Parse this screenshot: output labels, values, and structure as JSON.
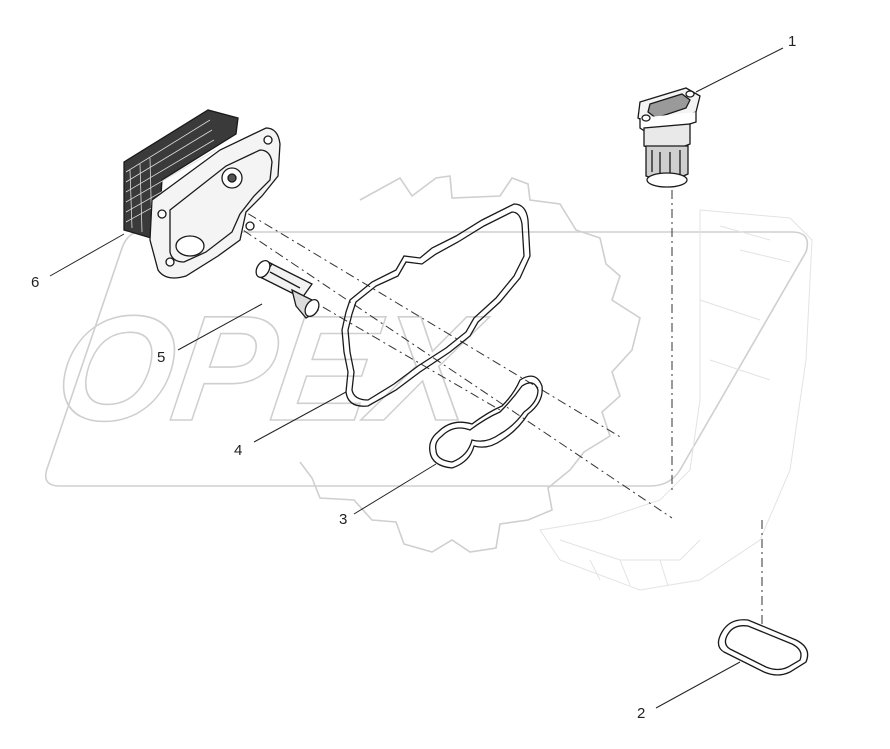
{
  "watermark": {
    "text": "OPEX"
  },
  "callouts": [
    {
      "id": "1",
      "label": "1"
    },
    {
      "id": "2",
      "label": "2"
    },
    {
      "id": "3",
      "label": "3"
    },
    {
      "id": "4",
      "label": "4"
    },
    {
      "id": "5",
      "label": "5"
    },
    {
      "id": "6",
      "label": "6"
    }
  ],
  "parts": [
    {
      "callout": "1",
      "icon": "valve-with-flange-icon"
    },
    {
      "callout": "2",
      "icon": "rectangular-seal-ring-icon"
    },
    {
      "callout": "3",
      "icon": "triple-loop-gasket-icon"
    },
    {
      "callout": "4",
      "icon": "cover-gasket-icon"
    },
    {
      "callout": "5",
      "icon": "sleeve-bushing-icon"
    },
    {
      "callout": "6",
      "icon": "oil-cooler-icon"
    }
  ]
}
